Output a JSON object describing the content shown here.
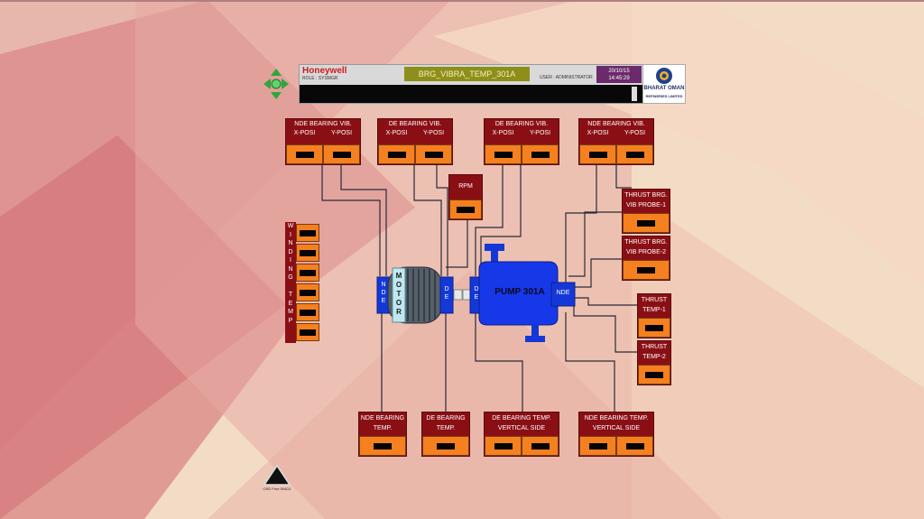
{
  "header": {
    "brand": "Honeywell",
    "role": "ROLE : SYSMGR",
    "display_title": "BRG_VIBRA_TEMP_301A",
    "user": "USER : ADMINISTRATOR",
    "date": "20/10/15",
    "time": "14:45:29"
  },
  "logo": {
    "line1": "BHARAT OMAN",
    "line2": "REFINERIES LIMITED"
  },
  "vib_top": [
    {
      "title": "NDE BEARING VIB.",
      "x": "X-POSI",
      "y": "Y-POSI"
    },
    {
      "title": "DE BEARING VIB.",
      "x": "X-POSI",
      "y": "Y-POSI"
    },
    {
      "title": "DE BEARING VIB.",
      "x": "X-POSI",
      "y": "Y-POSI"
    },
    {
      "title": "NDE BEARING VIB.",
      "x": "X-POSI",
      "y": "Y-POSI"
    }
  ],
  "rpm": "RPM",
  "thrust_vib": [
    {
      "l1": "THRUST BRG.",
      "l2": "VIB PROBE-1"
    },
    {
      "l1": "THRUST BRG.",
      "l2": "VIB PROBE-2"
    }
  ],
  "thrust_temp": [
    {
      "l1": "THRUST",
      "l2": "TEMP-1"
    },
    {
      "l1": "THRUST",
      "l2": "TEMP-2"
    }
  ],
  "bottom": [
    {
      "l1": "NDE BEARING",
      "l2": "TEMP."
    },
    {
      "l1": "DE BEARING",
      "l2": "TEMP."
    },
    {
      "l1": "DE BEARING TEMP.",
      "l2": "VERTICAL SIDE"
    },
    {
      "l1": "NDE BEARING TEMP.",
      "l2": "VERTICAL SIDE"
    }
  ],
  "winding": [
    "W",
    "I",
    "N",
    "D",
    "I",
    "N",
    "G",
    "",
    "T",
    "E",
    "M",
    "P"
  ],
  "motor": {
    "label": "MOTOR",
    "nde": "NDE",
    "de": "DE"
  },
  "pump": {
    "label": "PUMP 301A",
    "de": "DE",
    "nde": "NDE"
  },
  "nav_icon": "compass-nav-icon",
  "bottom_icon_label": "OSD Free SMCD"
}
